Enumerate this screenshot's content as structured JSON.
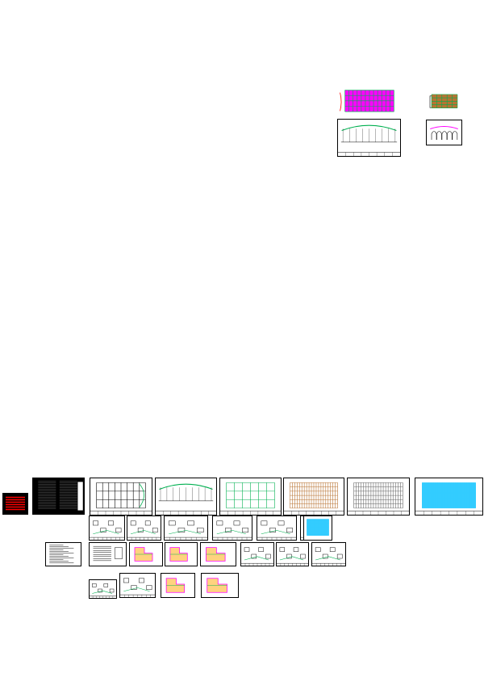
{
  "colors": {
    "background": "#ffffff",
    "line": "#000000",
    "magenta": "#ff00ff",
    "green": "#00b050",
    "brown": "#b87333",
    "cyan": "#33ccff",
    "red": "#ff0000",
    "dark": "#000000"
  },
  "sheets": [
    {
      "name": "plan-magenta-top",
      "style": "magenta-plan"
    },
    {
      "name": "plan-brown-top",
      "style": "brown-plan"
    },
    {
      "name": "elevation-arch-large",
      "style": "arch-elevation"
    },
    {
      "name": "elevation-arch-small",
      "style": "arches"
    },
    {
      "name": "sheet-red-cover",
      "style": "red"
    },
    {
      "name": "sheet-dark-notes",
      "style": "dark-text"
    },
    {
      "name": "sheet-plan-1",
      "style": "plan"
    },
    {
      "name": "sheet-elevation-1",
      "style": "arch-elevation"
    },
    {
      "name": "sheet-plan-2",
      "style": "green-plan"
    },
    {
      "name": "sheet-plan-brown",
      "style": "brown-grid"
    },
    {
      "name": "sheet-plan-grey",
      "style": "grey-grid"
    },
    {
      "name": "sheet-plan-cyan",
      "style": "cyan-grid"
    },
    {
      "name": "sheet-detail-1",
      "style": "detail"
    },
    {
      "name": "sheet-detail-2",
      "style": "detail"
    },
    {
      "name": "sheet-detail-3",
      "style": "detail"
    },
    {
      "name": "sheet-detail-4",
      "style": "detail"
    },
    {
      "name": "sheet-detail-5",
      "style": "detail"
    },
    {
      "name": "sheet-detail-6",
      "style": "detail"
    },
    {
      "name": "sheet-detail-cyan",
      "style": "cyan-small"
    },
    {
      "name": "sheet-notes-2",
      "style": "text"
    },
    {
      "name": "sheet-stair-1",
      "style": "stair"
    },
    {
      "name": "sheet-stair-2",
      "style": "stair-colored"
    },
    {
      "name": "sheet-stair-3",
      "style": "stair-colored"
    },
    {
      "name": "sheet-stair-4",
      "style": "stair-colored"
    },
    {
      "name": "sheet-detail-7",
      "style": "detail"
    },
    {
      "name": "sheet-detail-8",
      "style": "detail"
    },
    {
      "name": "sheet-detail-9",
      "style": "detail"
    },
    {
      "name": "sheet-detail-10",
      "style": "detail"
    },
    {
      "name": "sheet-detail-11",
      "style": "detail"
    },
    {
      "name": "sheet-detail-12",
      "style": "stair-colored"
    },
    {
      "name": "sheet-detail-13",
      "style": "stair-colored"
    }
  ]
}
